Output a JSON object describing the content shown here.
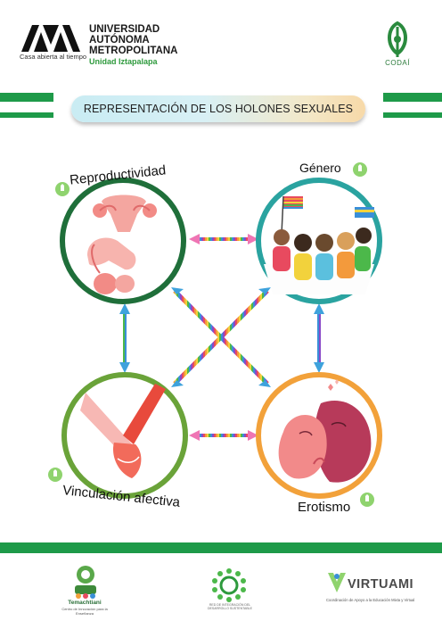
{
  "header": {
    "uam_tagline": "Casa abierta al tiempo",
    "uam_name_line1": "UNIVERSIDAD",
    "uam_name_line2": "AUTÓNOMA",
    "uam_name_line3": "METROPOLITANA",
    "uam_unit": "Unidad Iztapalapa",
    "codai_label": "CODAÍ"
  },
  "title": "REPRESENTACIÓN DE LOS HOLONES SEXUALES",
  "holons": {
    "reproductividad": "Reproductividad",
    "genero": "Género",
    "vinculacion": "Vinculación afectiva",
    "erotismo": "Erotismo"
  },
  "colors": {
    "green_band": "#1e9a49",
    "reproductividad_ring": "#1f6f3a",
    "genero_ring": "#2aa3a0",
    "vinculacion_ring": "#6aa339",
    "erotismo_ring": "#f2a13a",
    "arrow_pink": "#ef75b4",
    "arrow_blue": "#3ea2dc"
  },
  "footer": {
    "temachtiani_label": "Temachtiani",
    "temachtiani_sub": "Centro de Innovación para la Enseñanza",
    "red_sub": "RED DE INTEGRACIÓN DEL DESARROLLO SUSTENTABLE",
    "virtuami_label": "VIRTUAMI",
    "virtuami_sub": "Coordinación de Apoyo a la Educación Mixta y Virtual"
  }
}
